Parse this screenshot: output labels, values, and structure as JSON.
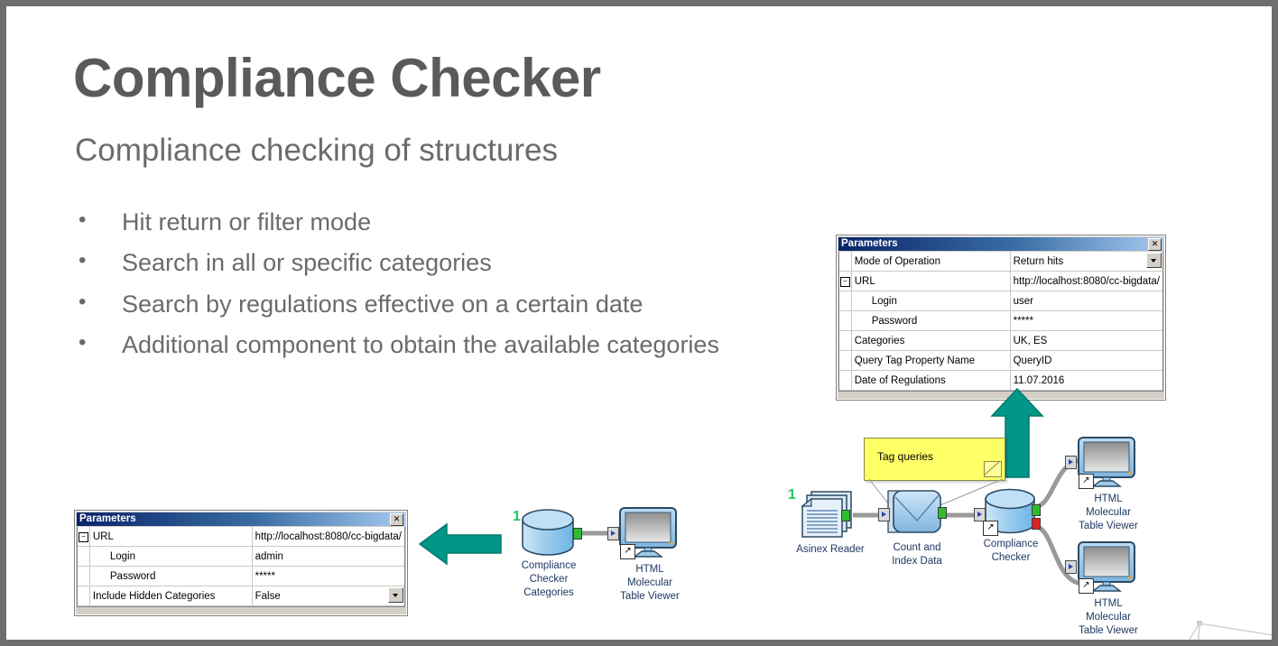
{
  "slide": {
    "title": "Compliance Checker",
    "subtitle": "Compliance checking of structures",
    "bullet_marker": "•",
    "bullets": [
      "Hit return or filter mode",
      "Search in all or specific categories",
      "Search by regulations effective on a certain date",
      "Additional component to obtain the available categories"
    ]
  },
  "colors": {
    "title_gray": "#5a5a5a",
    "body_gray": "#6b6b6b",
    "teal_arrow": "#009688",
    "node_label_blue": "#1f3864",
    "badge_green": "#22c55e",
    "note_yellow": "#ffff66",
    "titlebar_blue_dark": "#0a246a",
    "titlebar_blue_light": "#a6caf0",
    "panel_face": "#d4d0c8",
    "port_green": "#2dbd2d",
    "port_red": "#e02020",
    "slide_border": "#6e6e6e"
  },
  "params_top": {
    "title": "Parameters",
    "close_label": "✕",
    "rows": [
      {
        "gutter": "",
        "key": "Mode of Operation",
        "value": "Return hits",
        "indent": 0,
        "dropdown": true
      },
      {
        "gutter": "−",
        "key": "URL",
        "value": "http://localhost:8080/cc-bigdata/",
        "indent": 0,
        "dropdown": false
      },
      {
        "gutter": "",
        "key": "Login",
        "value": "user",
        "indent": 1,
        "dropdown": false
      },
      {
        "gutter": "",
        "key": "Password",
        "value": "*****",
        "indent": 1,
        "dropdown": false
      },
      {
        "gutter": "",
        "key": "Categories",
        "value": "UK, ES",
        "indent": 0,
        "dropdown": false
      },
      {
        "gutter": "",
        "key": "Query Tag Property Name",
        "value": "QueryID",
        "indent": 0,
        "dropdown": false
      },
      {
        "gutter": "",
        "key": "Date of Regulations",
        "value": "11.07.2016",
        "indent": 0,
        "dropdown": false
      }
    ]
  },
  "params_bottom": {
    "title": "Parameters",
    "close_label": "✕",
    "rows": [
      {
        "gutter": "−",
        "key": "URL",
        "value": "http://localhost:8080/cc-bigdata/",
        "indent": 0,
        "dropdown": false
      },
      {
        "gutter": "",
        "key": "Login",
        "value": "admin",
        "indent": 1,
        "dropdown": false
      },
      {
        "gutter": "",
        "key": "Password",
        "value": "*****",
        "indent": 1,
        "dropdown": false
      },
      {
        "gutter": "",
        "key": "Include Hidden Categories",
        "value": "False",
        "indent": 0,
        "dropdown": true
      }
    ]
  },
  "workflow_left": {
    "badge": "1",
    "nodes": [
      {
        "name": "compliance-checker-categories",
        "label": "Compliance\nChecker\nCategories",
        "icon": "database-icon"
      },
      {
        "name": "html-molecular-table-viewer",
        "label": "HTML Molecular\nTable Viewer",
        "icon": "monitor-icon"
      }
    ]
  },
  "workflow_right": {
    "badge": "1",
    "note": "Tag queries",
    "nodes": [
      {
        "name": "asinex-reader",
        "label": "Asinex Reader",
        "icon": "documents-icon"
      },
      {
        "name": "count-and-index-data",
        "label": "Count and\nIndex Data",
        "icon": "process-icon"
      },
      {
        "name": "compliance-checker",
        "label": "Compliance\nChecker",
        "icon": "database-icon"
      },
      {
        "name": "html-molecular-table-viewer-1",
        "label": "HTML Molecular\nTable Viewer",
        "icon": "monitor-icon"
      },
      {
        "name": "html-molecular-table-viewer-2",
        "label": "HTML Molecular\nTable Viewer",
        "icon": "monitor-icon"
      }
    ]
  },
  "arrows": {
    "left_arrow": "arrow-left",
    "up_arrow": "arrow-up"
  }
}
